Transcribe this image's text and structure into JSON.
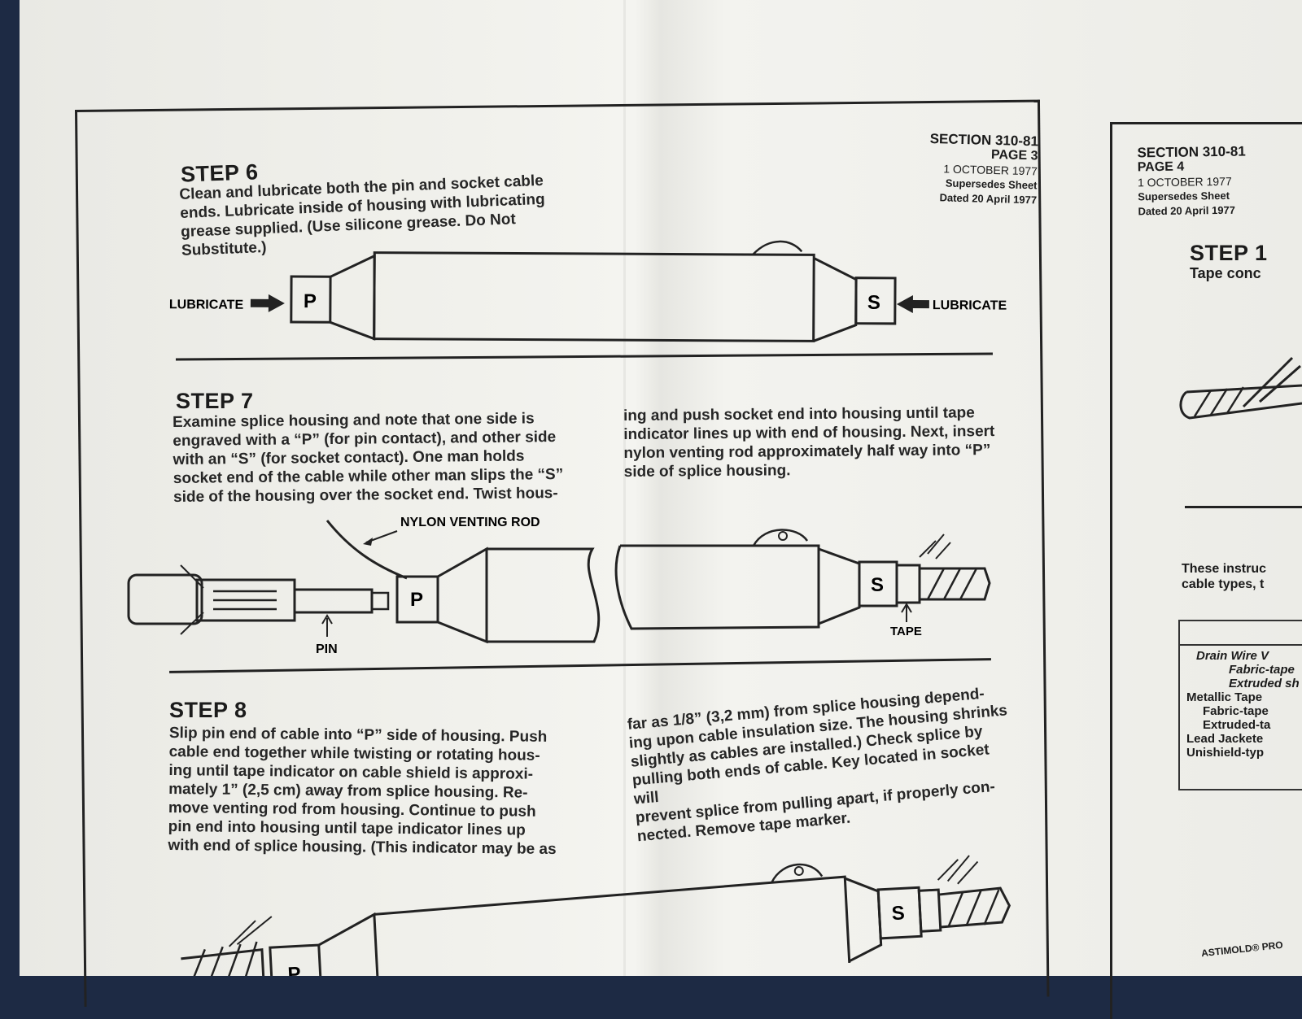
{
  "page3": {
    "section": "SECTION 310-81",
    "page": "PAGE 3",
    "date": "1 OCTOBER 1977",
    "supersedes": "Supersedes Sheet",
    "dated": "Dated 20 April 1977"
  },
  "page4": {
    "section": "SECTION 310-81",
    "page": "PAGE 4",
    "date": "1 OCTOBER 1977",
    "supersedes": "Supersedes Sheet",
    "dated": "Dated 20 April 1977",
    "step_title": "STEP 1",
    "step_text": "Tape conc",
    "note": "These instruc\ncable types, t",
    "table_rows": [
      "Drain Wire V",
      "Fabric-tape",
      "Extruded sh",
      "Metallic Tape",
      "Fabric-tape",
      "Extruded-ta",
      "Lead Jackete",
      "Unishield-typ"
    ],
    "footer": "ASTIMOLD® PRO"
  },
  "step6": {
    "title": "STEP 6",
    "text": "Clean and lubricate both the pin and socket cable\nends. Lubricate inside of housing with lubricating\ngrease supplied. (Use silicone grease. Do Not\nSubstitute.)",
    "label_left": "LUBRICATE",
    "label_right": "LUBRICATE",
    "p": "P",
    "s": "S"
  },
  "step7": {
    "title": "STEP 7",
    "text_left": "Examine splice housing and note that one side is\nengraved with a “P” (for pin contact), and other side\nwith an “S” (for socket contact). One man holds\nsocket end of the cable while other man slips the “S”\nside of the housing over the socket end. Twist hous-",
    "text_right": "ing and push socket end into housing until tape\nindicator lines up with end of housing. Next, insert\nnylon venting rod approximately half way into “P”\nside of splice housing.",
    "label_rod": "NYLON VENTING ROD",
    "label_pin": "PIN",
    "label_tape": "TAPE",
    "p": "P",
    "s": "S"
  },
  "step8": {
    "title": "STEP 8",
    "text_left": "Slip pin end of cable into “P” side of housing. Push\ncable end together while twisting or rotating hous-\ning until tape indicator on cable shield is approxi-\nmately 1” (2,5 cm) away from splice housing. Re-\nmove venting rod from housing. Continue to push\npin end into housing until tape indicator lines up\nwith end of splice housing. (This indicator may be as",
    "text_right": "far as 1/8” (3,2 mm) from splice housing depend-\ning upon cable insulation size. The housing shrinks\nslightly as cables are installed.) Check splice by\npulling both ends of cable. Key located in socket will\nprevent splice from pulling apart, if properly con-\nnected. Remove tape marker.",
    "p": "P",
    "s": "S"
  }
}
